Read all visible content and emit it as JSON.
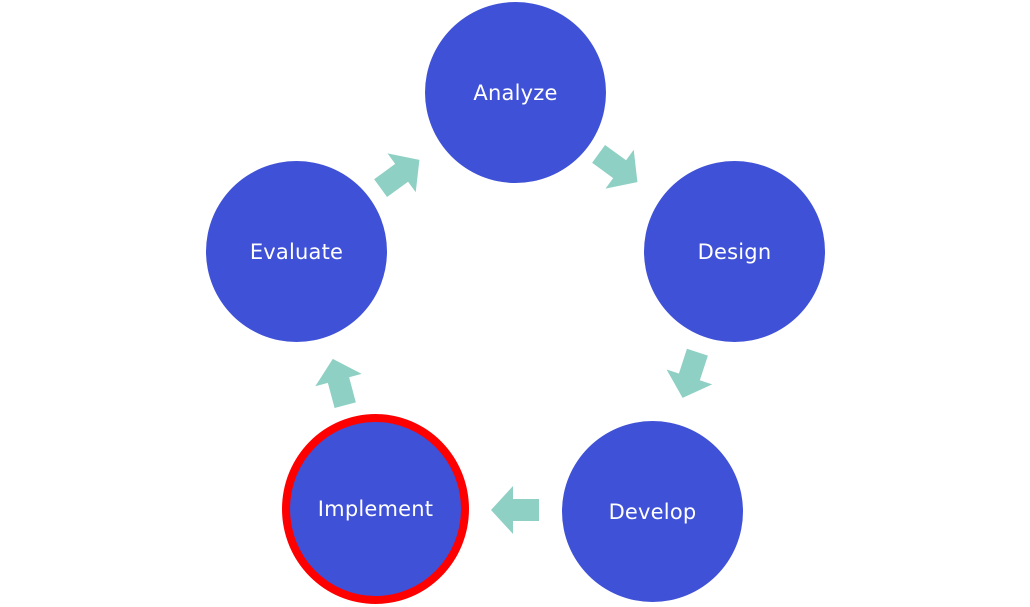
{
  "diagram": {
    "type": "cycle",
    "colors": {
      "node_fill": "#3f51d6",
      "arrow_fill": "#8fd0c4",
      "highlight_ring": "#ff0000",
      "label_text": "#ffffff"
    },
    "nodes": [
      {
        "label": "Analyze",
        "highlighted": false
      },
      {
        "label": "Design",
        "highlighted": false
      },
      {
        "label": "Develop",
        "highlighted": false
      },
      {
        "label": "Implement",
        "highlighted": true
      },
      {
        "label": "Evaluate",
        "highlighted": false
      }
    ],
    "arrows": [
      {
        "from": "Analyze",
        "to": "Design",
        "icon": "arrow-right-icon"
      },
      {
        "from": "Design",
        "to": "Develop",
        "icon": "arrow-right-icon"
      },
      {
        "from": "Develop",
        "to": "Implement",
        "icon": "arrow-right-icon"
      },
      {
        "from": "Implement",
        "to": "Evaluate",
        "icon": "arrow-right-icon"
      },
      {
        "from": "Evaluate",
        "to": "Analyze",
        "icon": "arrow-right-icon"
      }
    ]
  }
}
